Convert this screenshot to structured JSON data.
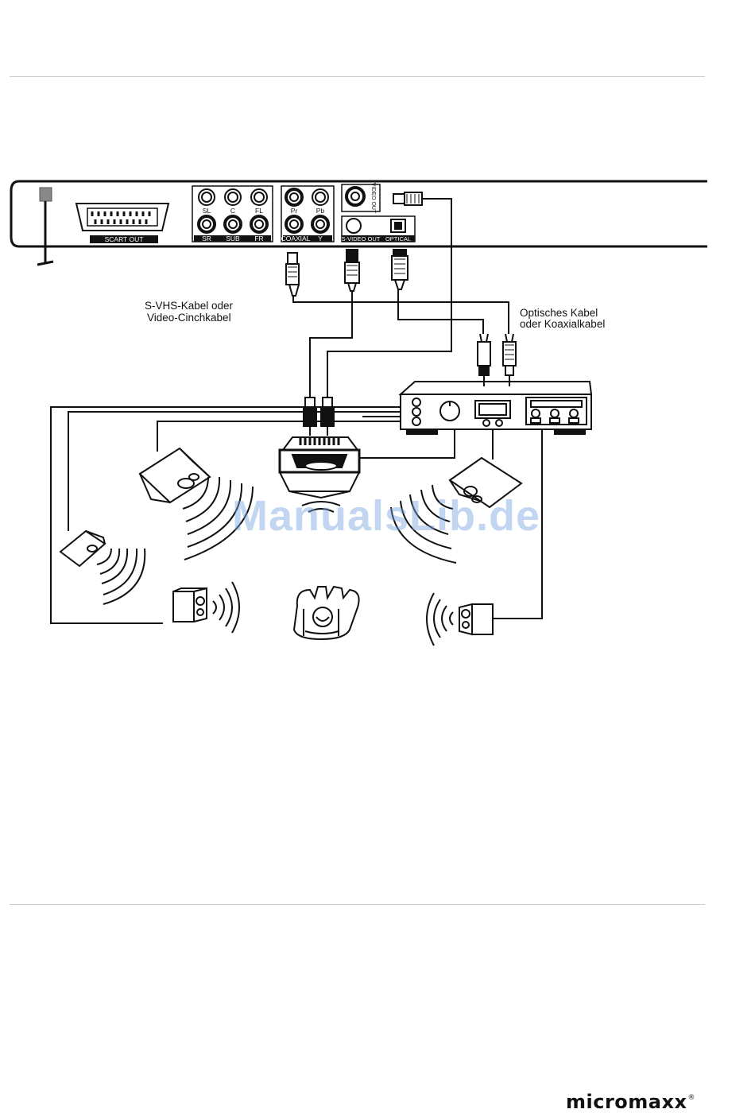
{
  "diagram": {
    "labels": {
      "cable_left_line1": "S-VHS-Kabel oder",
      "cable_left_line2": "Video-Cinchkabel",
      "cable_right_line1": "Optisches Kabel",
      "cable_right_line2": "oder Koaxialkabel"
    },
    "panel": {
      "scart": "SCART OUT",
      "jacks_top": [
        "SL",
        "C",
        "FL"
      ],
      "jacks_bottom": [
        "SR",
        "SUB",
        "FR"
      ],
      "component_top": [
        "Pr",
        "Pb"
      ],
      "coaxial": "COAXIAL",
      "y": "Y",
      "video_out": "VIDEO OUT",
      "svideo": "S-VIDEO OUT",
      "optical": "OPTICAL"
    }
  },
  "watermark": "ManualsLib.de",
  "footer": {
    "brand": "micromaxx",
    "registered": "®"
  }
}
